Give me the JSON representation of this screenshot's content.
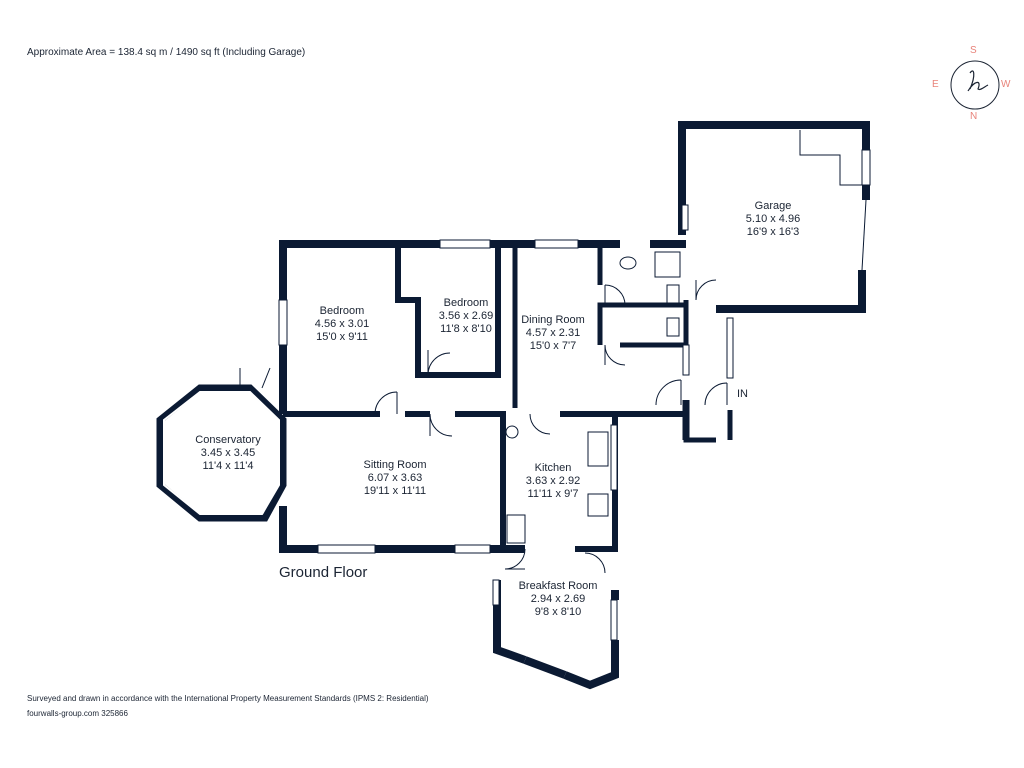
{
  "header": {
    "area": "Approximate Area = 138.4 sq m / 1490 sq ft (Including Garage)"
  },
  "compass": {
    "n": "N",
    "s": "S",
    "e": "E",
    "w": "W",
    "accent": "#e8837a"
  },
  "colors": {
    "wall": "#0b1a33"
  },
  "floor_label": "Ground Floor",
  "entrance_label": "IN",
  "rooms": {
    "garage": {
      "name": "Garage",
      "metric": "5.10 x 4.96",
      "imperial": "16'9 x 16'3"
    },
    "bedroom1": {
      "name": "Bedroom",
      "metric": "4.56 x 3.01",
      "imperial": "15'0 x 9'11"
    },
    "bedroom2": {
      "name": "Bedroom",
      "metric": "3.56 x 2.69",
      "imperial": "11'8 x 8'10"
    },
    "dining": {
      "name": "Dining Room",
      "metric": "4.57 x 2.31",
      "imperial": "15'0 x 7'7"
    },
    "conservatory": {
      "name": "Conservatory",
      "metric": "3.45 x 3.45",
      "imperial": "11'4 x 11'4"
    },
    "sitting": {
      "name": "Sitting Room",
      "metric": "6.07 x 3.63",
      "imperial": "19'11 x 11'11"
    },
    "kitchen": {
      "name": "Kitchen",
      "metric": "3.63 x 2.92",
      "imperial": "11'11 x 9'7"
    },
    "breakfast": {
      "name": "Breakfast Room",
      "metric": "2.94 x 2.69",
      "imperial": "9'8 x 8'10"
    }
  },
  "footer": {
    "survey": "Surveyed and drawn in accordance with the International Property Measurement Standards (IPMS 2: Residential)",
    "site": "fourwalls-group.com 325866"
  }
}
